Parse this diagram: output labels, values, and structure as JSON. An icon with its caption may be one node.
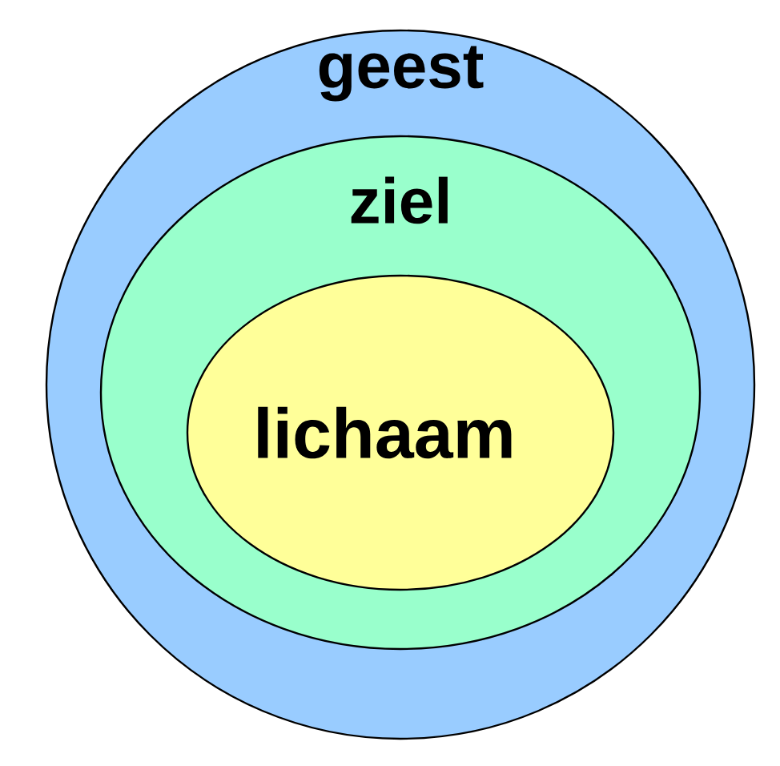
{
  "diagram": {
    "nodes": [
      {
        "text": [
          "geest"
        ]
      },
      {
        "text": [
          "ziel"
        ],
        "in": 0
      },
      {
        "text": [
          "lichaam"
        ],
        "in": 1
      }
    ]
  }
}
